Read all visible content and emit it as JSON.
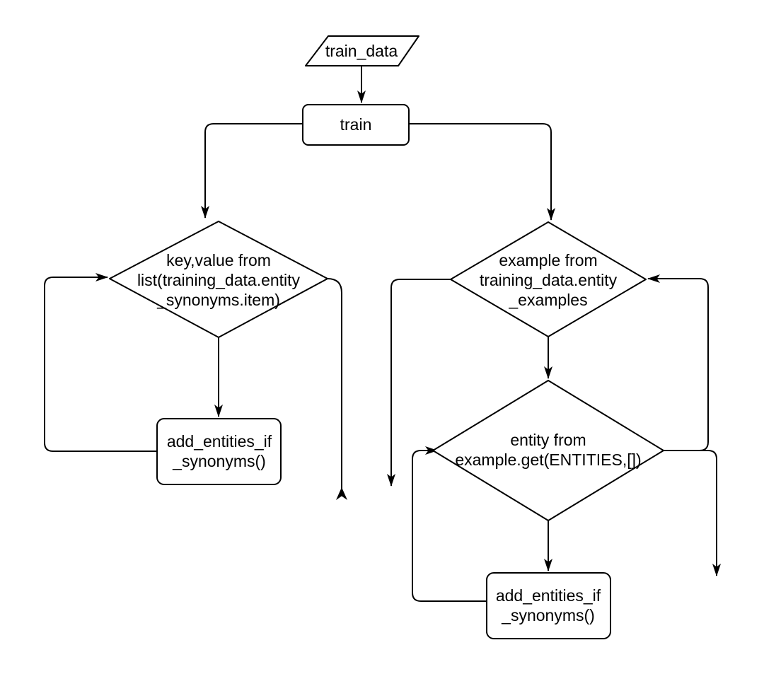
{
  "diagram": {
    "type": "flowchart",
    "background_color": "#ffffff",
    "line_color": "#000000",
    "text_color": "#000000",
    "nodes": {
      "train_data": {
        "shape": "parallelogram-input",
        "label": "train_data"
      },
      "train": {
        "shape": "process",
        "label": "train"
      },
      "synonyms_loop": {
        "shape": "decision-loop",
        "label": "key,value from\nlist(training_data.entity\n_synonyms.item)"
      },
      "add_entities_left": {
        "shape": "process",
        "label": "add_entities_if\n_synonyms()"
      },
      "examples_loop": {
        "shape": "decision-loop",
        "label": "example from\ntraining_data.entity\n_examples"
      },
      "entities_loop": {
        "shape": "decision-loop",
        "label": "entity from\nexample.get(ENTITIES,[])"
      },
      "add_entities_right": {
        "shape": "process",
        "label": "add_entities_if\n_synonyms()"
      }
    },
    "edges": [
      {
        "from": "train_data",
        "to": "train"
      },
      {
        "from": "train",
        "to": "synonyms_loop",
        "side": "left-branch"
      },
      {
        "from": "train",
        "to": "examples_loop",
        "side": "right-branch"
      },
      {
        "from": "synonyms_loop",
        "to": "add_entities_left",
        "kind": "loop-body"
      },
      {
        "from": "add_entities_left",
        "to": "synonyms_loop",
        "kind": "loop-back"
      },
      {
        "from": "synonyms_loop",
        "to": "",
        "kind": "dangling-exit-arrow-up"
      },
      {
        "from": "examples_loop",
        "to": "entities_loop",
        "kind": "loop-body"
      },
      {
        "from": "examples_loop",
        "to": "",
        "kind": "dangling-exit-arrow-down"
      },
      {
        "from": "entities_loop",
        "to": "add_entities_right",
        "kind": "loop-body"
      },
      {
        "from": "add_entities_right",
        "to": "entities_loop",
        "kind": "loop-back"
      },
      {
        "from": "entities_loop",
        "to": "examples_loop",
        "kind": "loop-back"
      },
      {
        "from": "entities_loop",
        "to": "",
        "kind": "dangling-exit-arrow-down"
      }
    ]
  }
}
